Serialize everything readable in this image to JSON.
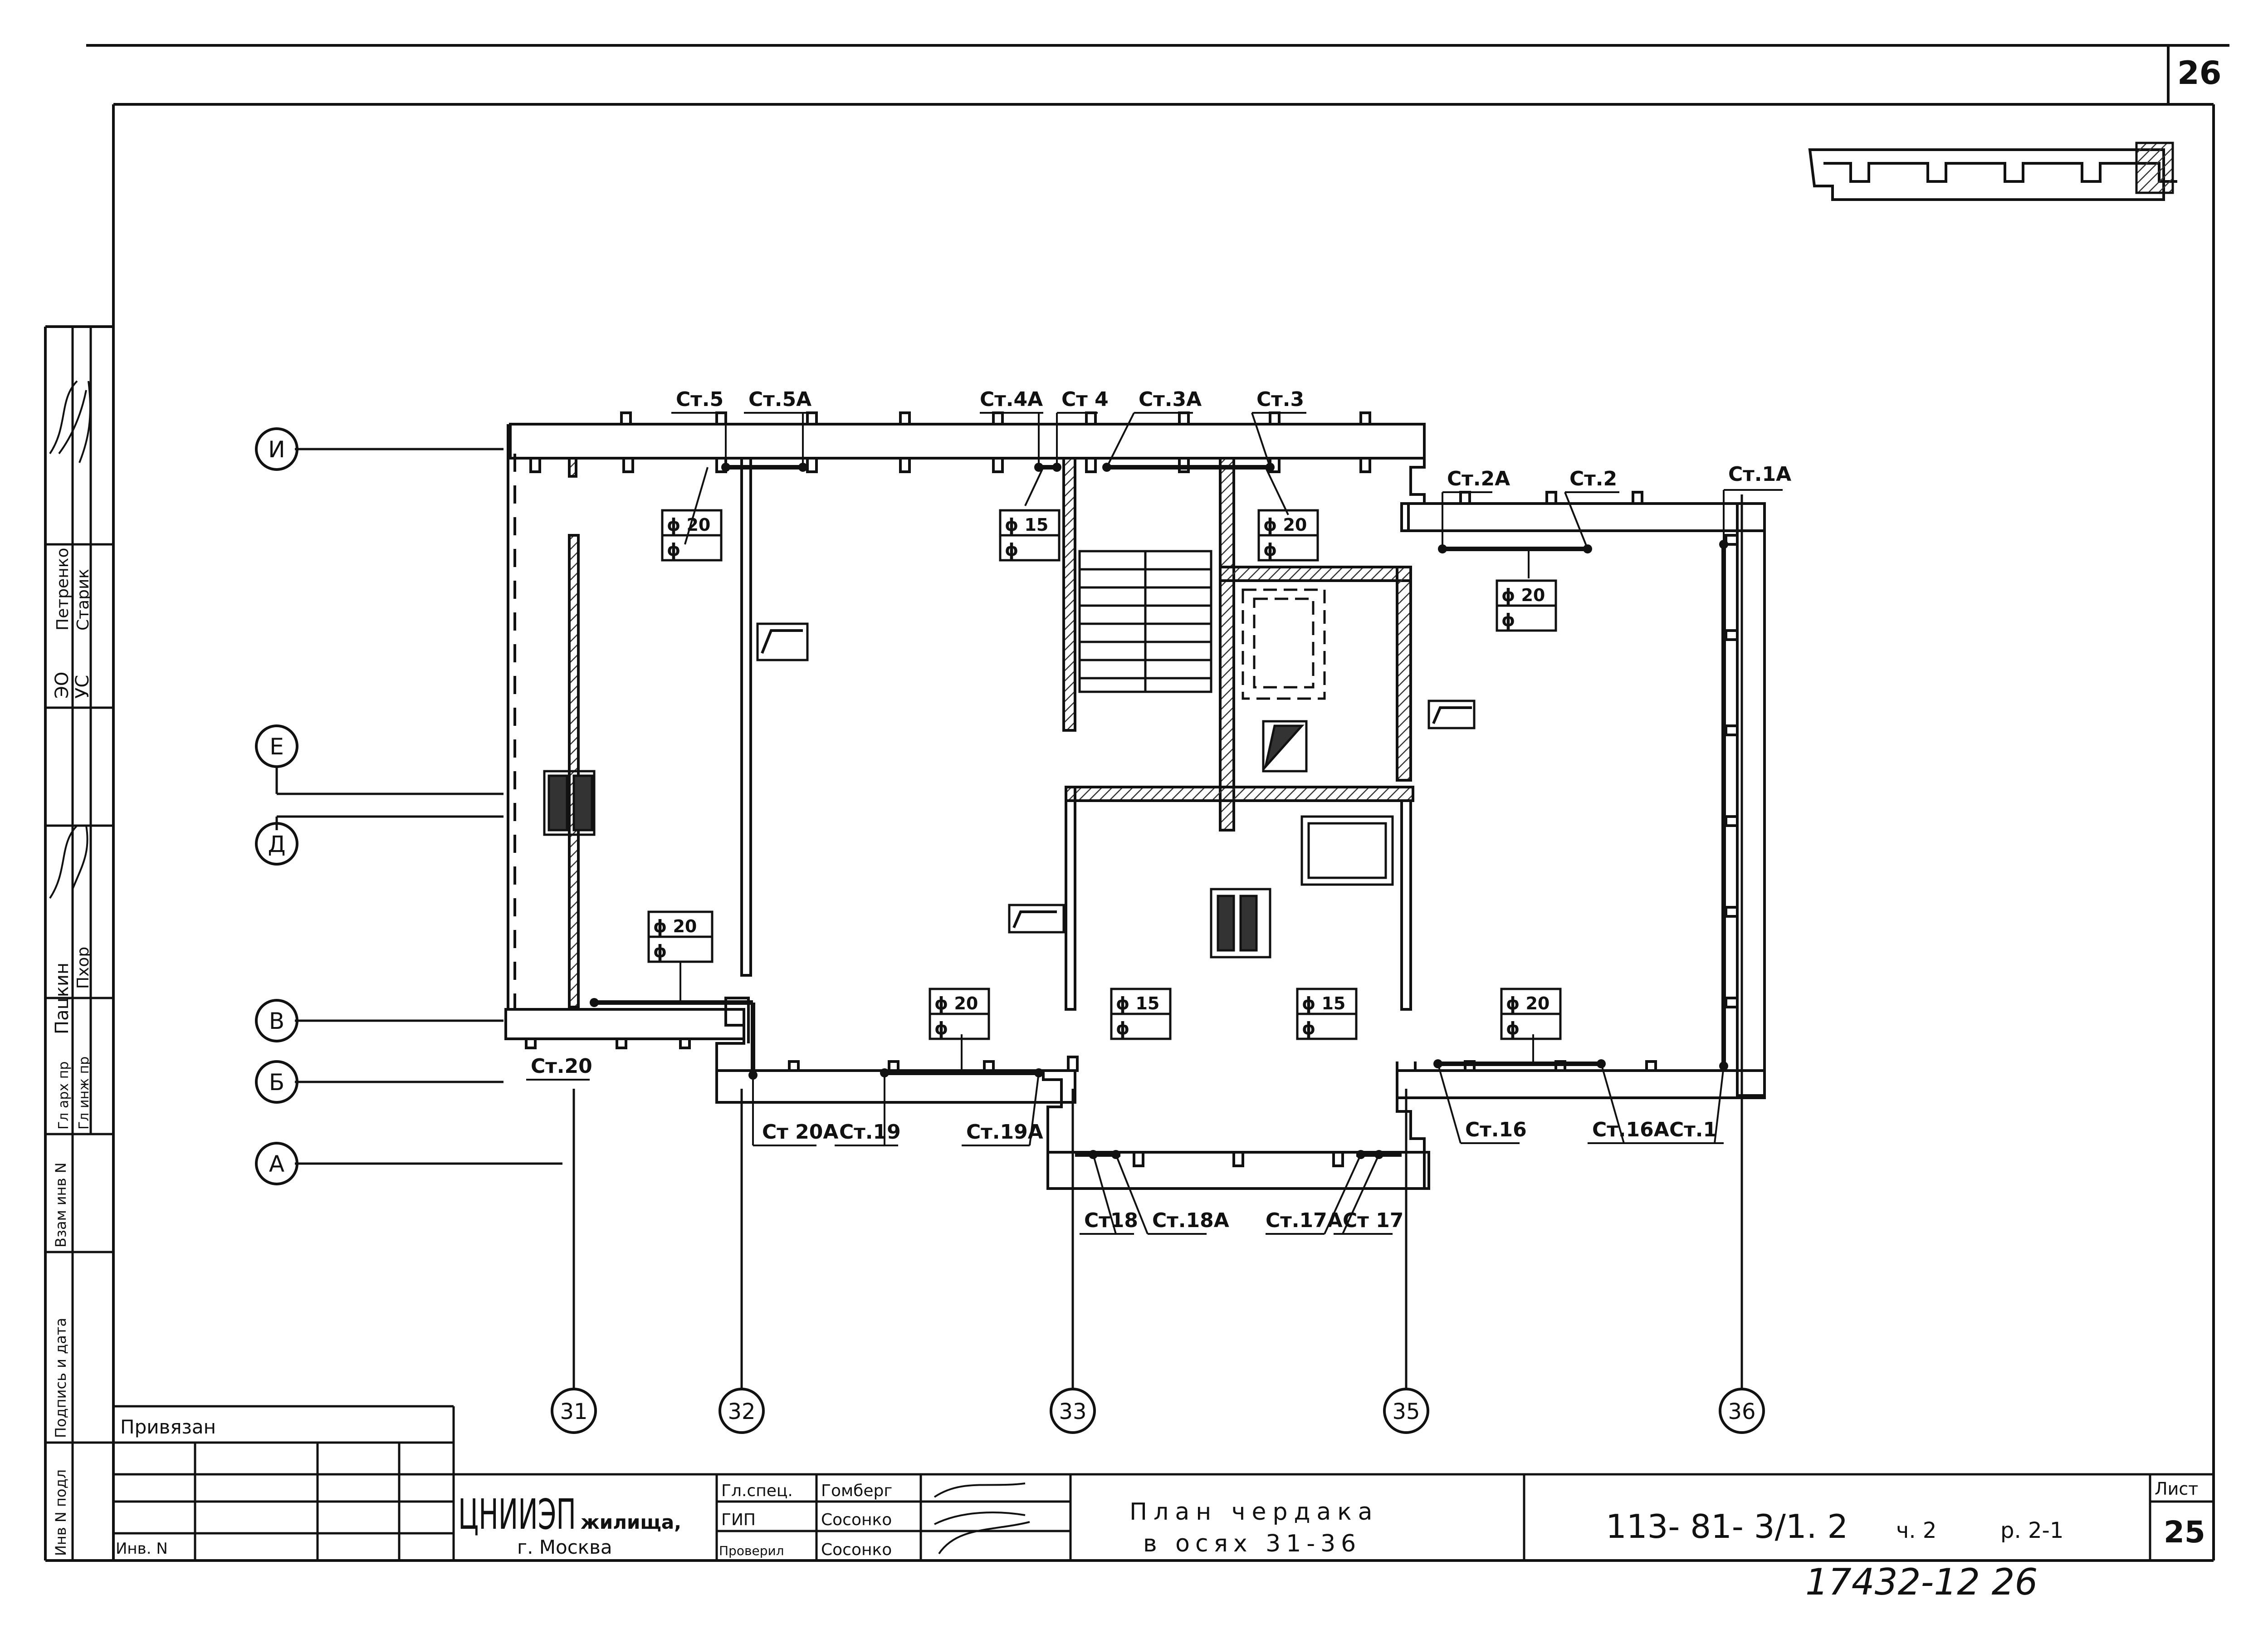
{
  "sheet_number_top": "26",
  "axes": {
    "rows": [
      "И",
      "Е",
      "Д",
      "В",
      "Б",
      "А"
    ],
    "columns": [
      "31",
      "32",
      "33",
      "35",
      "36"
    ]
  },
  "risers": {
    "st5": "Ст.5",
    "st5a": "Ст.5А",
    "st4a": "Ст.4А",
    "st4": "Ст 4",
    "st3a": "Ст.3А",
    "st3": "Ст.3",
    "st2a": "Ст.2А",
    "st2": "Ст.2",
    "st1a": "Ст.1А",
    "st20": "Ст.20",
    "st20a": "Ст 20А",
    "st19": "Ст.19",
    "st19a": "Ст.19А",
    "st18": "Ст18",
    "st18a": "Ст.18А",
    "st17a": "Ст.17А",
    "st17": "Ст 17",
    "st16": "Ст.16",
    "st16a": "Ст.16А",
    "st1": "Ст.1"
  },
  "diameter_tags": {
    "d20": "ϕ 20",
    "d15": "ϕ 15",
    "d_blank": "ϕ"
  },
  "side_stamp": {
    "col1": [
      "Инв N подл",
      "Подпись и дата",
      "Взам инв N"
    ],
    "roles": [
      "Гл арх пр",
      "Гл инж пр"
    ],
    "names": [
      "Пацкин",
      "Пхор"
    ],
    "codes": [
      "ЭО",
      "УС"
    ],
    "names2": [
      "Петренко",
      "Старик"
    ]
  },
  "title_block": {
    "attached": "Привязан",
    "inv": "Инв. N",
    "org": "ЦНИИЭП",
    "org_suffix": "жилища,",
    "city": "г. Москва",
    "roles": [
      "Гл.спец.",
      "ГИП",
      "Проверил"
    ],
    "names": [
      "Гомберг",
      "Сосонко",
      "Сосонко"
    ],
    "title_line1": "План чердака",
    "title_line2": "в осях 31-36",
    "doc_code": "113- 81- 3/1. 2",
    "part": "ч. 2",
    "section": "р. 2-1",
    "sheet_label": "Лист",
    "sheet_number": "25"
  },
  "archive_number": "17432-12 26",
  "colors": {
    "ink": "#111111",
    "paper": "#ffffff",
    "hatch": "#333333"
  }
}
